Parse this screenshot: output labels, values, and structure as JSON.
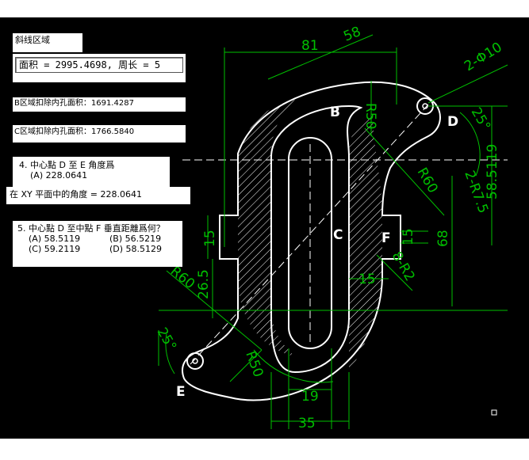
{
  "panels": {
    "title": "斜线区域",
    "formula": "面积 = 2995.4698, 周长 = 5",
    "b_region": "B区域扣除内孔面积：1691.4287",
    "c_region": "C区域扣除内孔面积：1766.5840",
    "q4": {
      "question": "4. 中心點 D 至 E 角度爲",
      "answer": "(A) 228.0641"
    },
    "xy_angle": "在 XY 平面中的角度 =  228.0641",
    "q5": {
      "question": "5. 中心點 D 至中點 F 垂直距離爲何？",
      "options": [
        "(A) 58.5119",
        "(B) 56.5219",
        "(C) 59.2119",
        "(D) 58.5129"
      ]
    }
  },
  "dimensions": {
    "d81": "81",
    "d58": "58",
    "dia10": "2-Φ10",
    "r50_top": "R50",
    "a25_top": "25°",
    "v58_5119": "58.5119",
    "r60_right": "R60",
    "r7_5": "2-R7.5",
    "d68": "68",
    "d15_right": "15",
    "r2": "8-R2",
    "d15_left": "15",
    "d26_5": "26.5",
    "r60_left": "R60",
    "a25_bot": "25°",
    "d15_mid": "15",
    "r50_bot": "R50",
    "d19": "19",
    "d35": "35"
  },
  "points": {
    "B": "B",
    "C": "C",
    "D": "D",
    "E": "E",
    "F": "F"
  },
  "colors": {
    "background": "#000000",
    "outline": "#ffffff",
    "dimension": "#00c000"
  }
}
